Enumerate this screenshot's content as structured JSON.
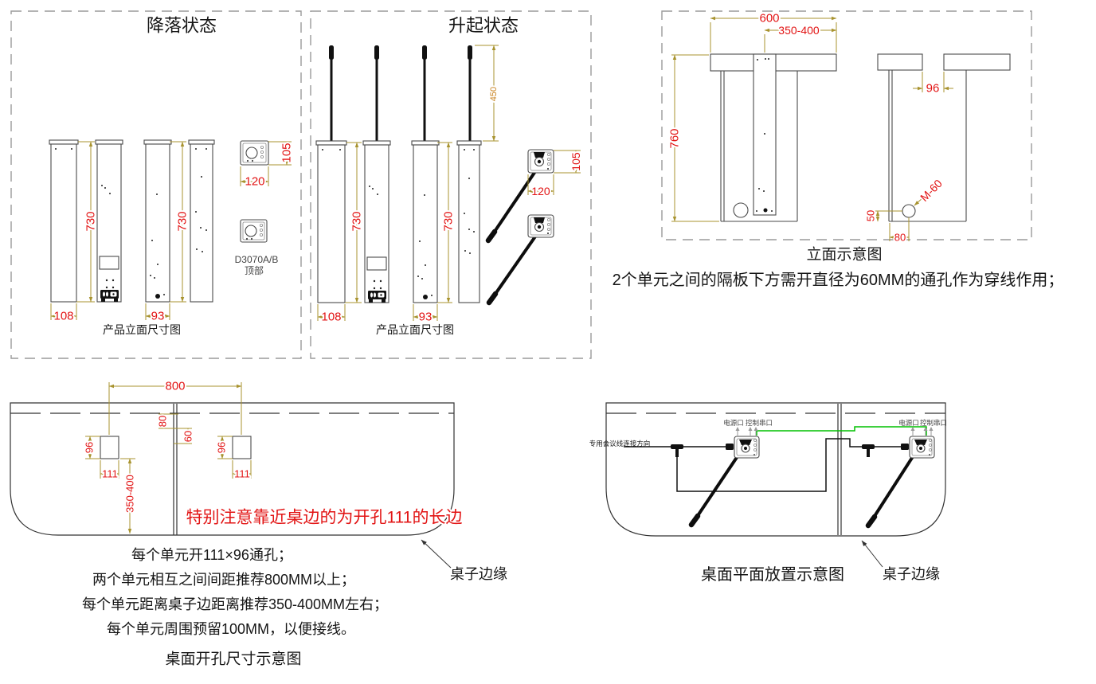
{
  "colors": {
    "dim-line": "#a8932f",
    "dim-text": "#e21414",
    "dim-alt": "#c8821e",
    "wire-green": "#00c000",
    "border": "#9a9a9a"
  },
  "panels": {
    "lowered": {
      "title": "降落状态",
      "caption": "产品立面尺寸图",
      "device_label_line1": "D3070A/B",
      "device_label_line2": "顶部",
      "dims": {
        "height": "730",
        "width_a": "108",
        "width_b": "93",
        "top_h": "105",
        "top_w": "120"
      }
    },
    "raised": {
      "title": "升起状态",
      "caption": "产品立面尺寸图",
      "dims": {
        "mic_height": "450",
        "height": "730",
        "width_a": "108",
        "width_b": "93",
        "top_h": "105",
        "top_w": "120"
      }
    },
    "elevation": {
      "caption": "立面示意图",
      "note": "2个单元之间的隔板下方需开直径为60MM的通孔作为穿线作用；",
      "dims": {
        "table_width": "600",
        "edge_offset": "350-400",
        "height": "760",
        "slot": "96",
        "hole": "M-60",
        "hole_bottom": "50",
        "hole_side": "80"
      }
    },
    "cutout": {
      "warning": "特别注意靠近桌边的为开孔111的长边",
      "notes": [
        "每个单元开111×96通孔；",
        "两个单元相互之间间距推荐800MM以上；",
        "每个单元距离桌子边距离推荐350-400MM左右；",
        "每个单元周围预留100MM，以便接线。"
      ],
      "caption": "桌面开孔尺寸示意图",
      "edge_label": "桌子边缘",
      "dims": {
        "spacing": "800",
        "gap_a": "80",
        "gap_b": "60",
        "hole_h": "96",
        "hole_w": "111",
        "edge_offset": "350-400"
      }
    },
    "placement": {
      "caption": "桌面平面放置示意图",
      "edge_label": "桌子边缘",
      "direction_label": "专用会议线连接方向",
      "port_power": "电源口",
      "port_serial": "控制串口"
    }
  }
}
